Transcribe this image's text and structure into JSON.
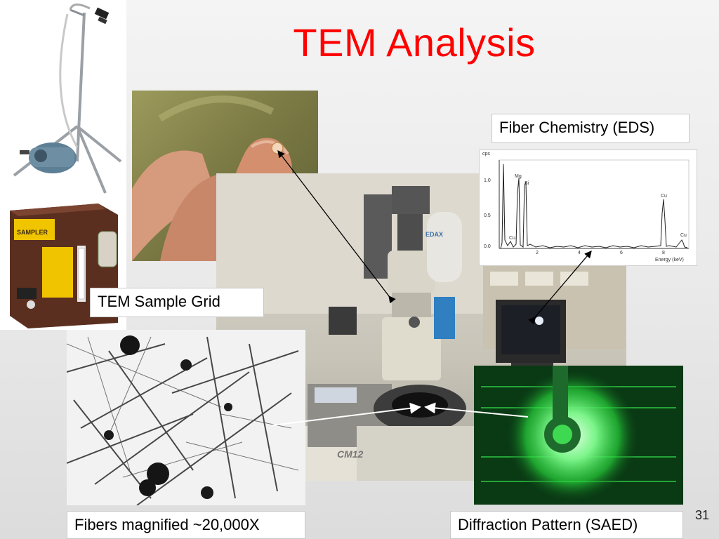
{
  "slide": {
    "title": "TEM Analysis",
    "slide_number": "31"
  },
  "captions": {
    "sample_grid": "TEM Sample Grid",
    "fiber_chemistry": "Fiber Chemistry (EDS)",
    "fibers_magnified": "Fibers magnified ~20,000X",
    "diffraction_pattern": "Diffraction Pattern (SAED)"
  },
  "photos": {
    "sampler_device": {
      "label": "SAMPLER"
    },
    "microscope": {
      "panel_label": "EDAX",
      "model_label": "CM12"
    }
  },
  "eds_spectrum": {
    "y_axis_unit": "cps",
    "x_axis_label": "Energy (keV)",
    "peak_labels": [
      "Mg",
      "Si",
      "Cu",
      "Cu",
      "Cu"
    ],
    "x_ticks": [
      "2",
      "4",
      "6",
      "8"
    ],
    "y_ticks": [
      "1.0",
      "0.5",
      "0.0"
    ]
  },
  "colors": {
    "title": "#ff0000",
    "diffraction_green": "#27d13a"
  }
}
